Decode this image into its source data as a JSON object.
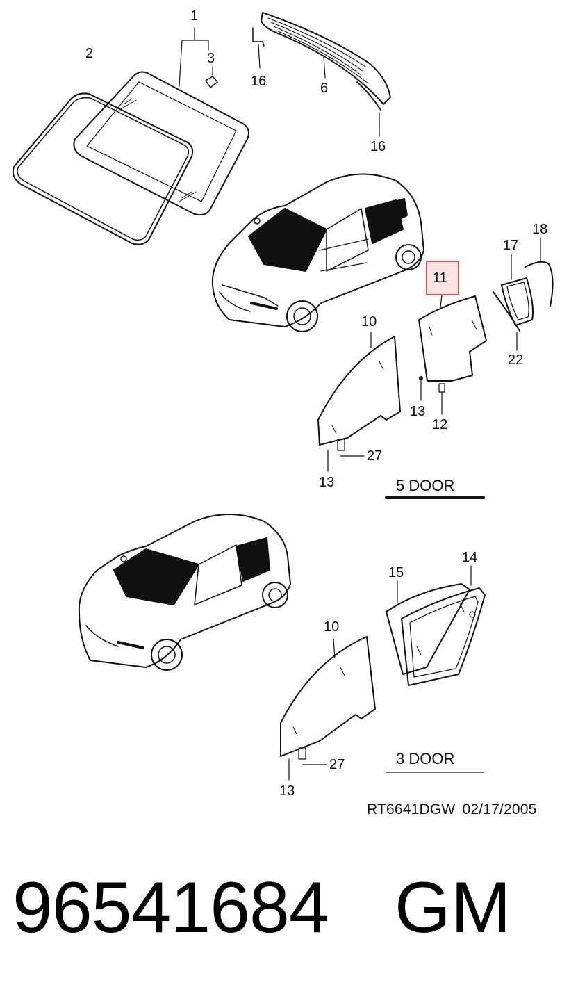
{
  "callouts": {
    "c1": "1",
    "c2": "2",
    "c3": "3",
    "c6": "6",
    "c16a": "16",
    "c16b": "16",
    "c10a": "10",
    "c11": "11",
    "c12": "12",
    "c13a": "13",
    "c13b": "13",
    "c13c": "13",
    "c14": "14",
    "c15": "15",
    "c17": "17",
    "c18": "18",
    "c22": "22",
    "c27a": "27",
    "c27b": "27",
    "c10b": "10"
  },
  "sections": {
    "five_door": "5 DOOR",
    "three_door": "3 DOOR"
  },
  "drawing": {
    "code": "RT6641DGW",
    "date": "02/17/2005"
  },
  "footer": {
    "part_number": "96541684",
    "brand": "GM"
  },
  "highlighted_part": "11",
  "colors": {
    "line": "#111111",
    "highlight_border": "#d9534f",
    "highlight_fill": "#fbe4e4"
  }
}
